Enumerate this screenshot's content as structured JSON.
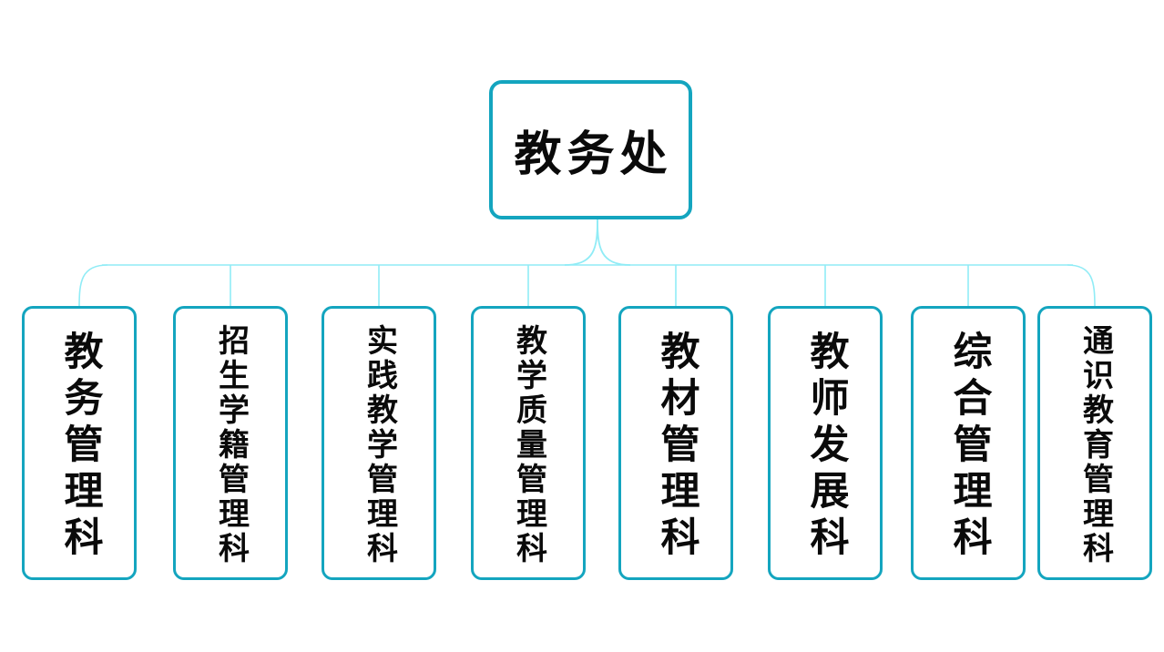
{
  "diagram": {
    "type": "org-chart",
    "root": {
      "label": "教务处"
    },
    "children": [
      {
        "label": "教务管理科"
      },
      {
        "label": "招生学籍管理科"
      },
      {
        "label": "实践教学管理科"
      },
      {
        "label": "教学质量管理科"
      },
      {
        "label": "教材管理科"
      },
      {
        "label": "教师发展科"
      },
      {
        "label": "综合管理科"
      },
      {
        "label": "通识教育管理科"
      }
    ]
  },
  "colors": {
    "node_border": "#14a5bf",
    "connector_line": "#90ecf6",
    "text": "#0a0a0a",
    "background": "#ffffff"
  }
}
